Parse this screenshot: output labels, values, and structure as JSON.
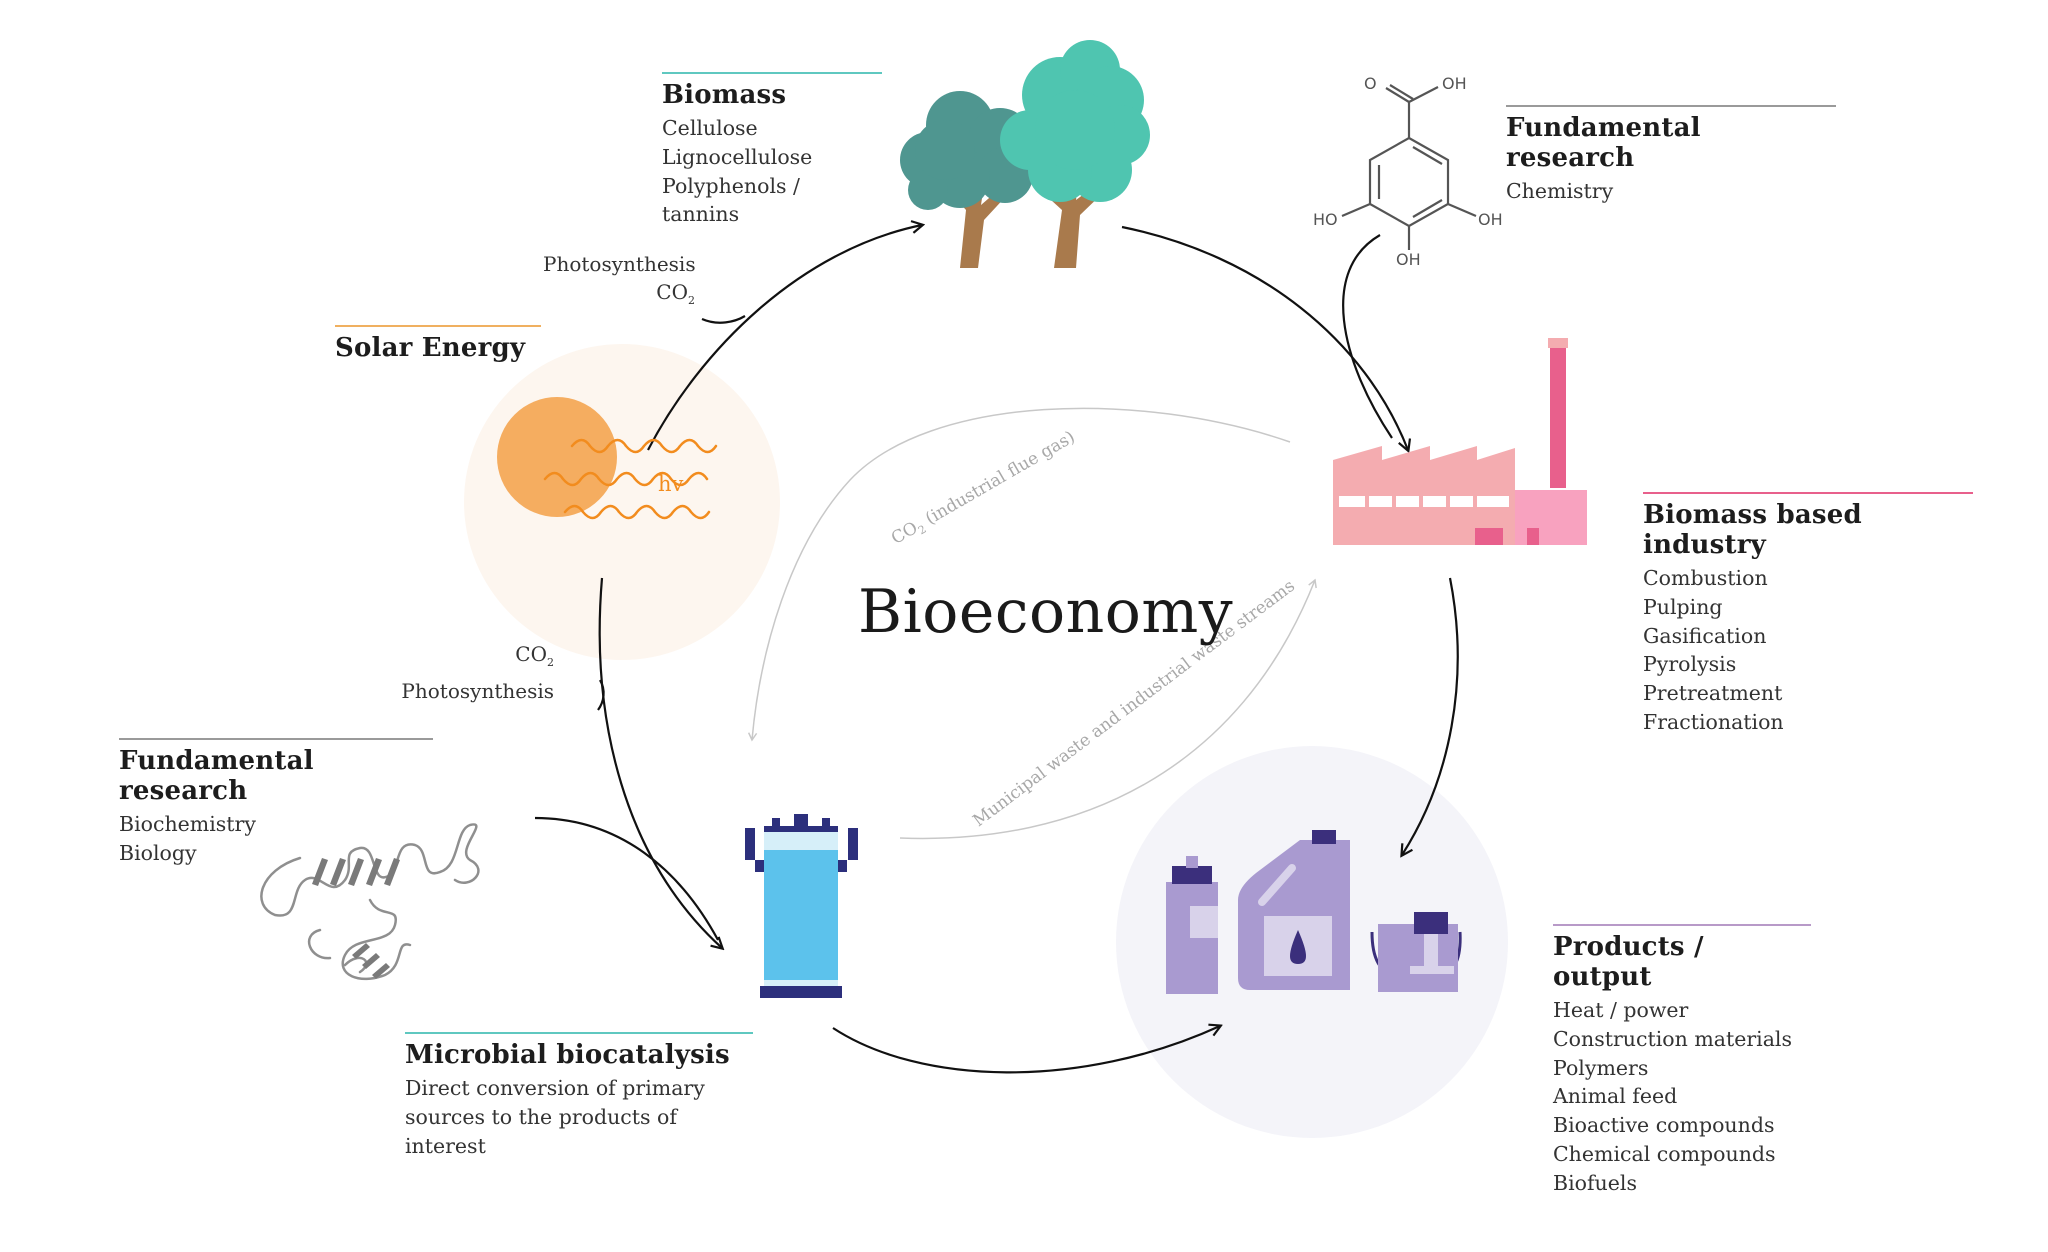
{
  "title": "Bioeconomy",
  "nodes": {
    "biomass": {
      "heading": "Biomass",
      "items": [
        "Cellulose",
        "Lignocellulose",
        "Polyphenols / tannins"
      ],
      "accent": "#5fc8c0"
    },
    "research_chem": {
      "heading": "Fundamental research",
      "items": [
        "Chemistry"
      ],
      "accent": "#9a9a9a"
    },
    "solar": {
      "heading": "Solar Energy",
      "accent": "#f0b060",
      "hv": "hv"
    },
    "industry": {
      "heading": "Biomass based industry",
      "items": [
        "Combustion",
        "Pulping",
        "Gasification",
        "Pyrolysis",
        "Pretreatment",
        "Fractionation"
      ],
      "accent": "#e8608c"
    },
    "research_bio": {
      "heading": "Fundamental research",
      "items": [
        "Biochemistry",
        "Biology"
      ],
      "accent": "#9a9a9a"
    },
    "microbial": {
      "heading": "Microbial biocatalysis",
      "items": [
        "Direct conversion of primary",
        "sources to the products of interest"
      ],
      "accent": "#5fc8c0"
    },
    "products": {
      "heading": "Products / output",
      "items": [
        "Heat / power",
        "Construction materials",
        "Polymers",
        "Animal feed",
        "Bioactive compounds",
        "Chemical compounds",
        "Biofuels"
      ],
      "accent": "#b89ac8"
    }
  },
  "flow_labels": {
    "top_left_a": "Photosynthesis",
    "top_left_b": "CO",
    "bottom_left_a": "CO",
    "bottom_left_b": "Photosynthesis",
    "sub_2": "2",
    "inner_top": "(industrial flue gas)",
    "inner_top_co": "CO",
    "inner_bottom": "Municipal waste and industrial waste streams"
  },
  "molecule": {
    "o": "O",
    "oh_top": "OH",
    "ho_left": "HO",
    "oh_right": "OH",
    "oh_bottom": "OH"
  },
  "colors": {
    "tree_dark": "#4f9690",
    "tree_light": "#4fc5b0",
    "trunk": "#a97a4c",
    "sun": "#f5ad60",
    "sun_glow": "#fdf6ef",
    "wave": "#f28c1e",
    "factory": "#f4acb0",
    "chimney": "#e8608c",
    "bioreactor": "#5cc2ec",
    "bioreactor_dark": "#2c2f7c",
    "products_bg": "#f4f4f9",
    "product_purple": "#a99ad0",
    "product_dark": "#3b2f7c",
    "arrow": "#111111",
    "faint_arrow": "#c8c8c8"
  }
}
